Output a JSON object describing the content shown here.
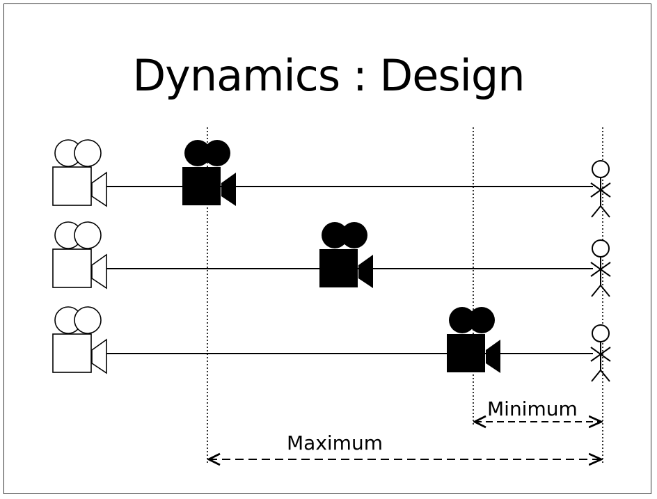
{
  "title": "Dynamics : Design",
  "labels": {
    "minimum": "Minimum",
    "maximum": "Maximum"
  },
  "icons": {
    "start_camera": "outline-camera-icon",
    "moving_camera": "filled-camera-icon",
    "subject": "stick-figure-icon"
  },
  "rows": 3
}
